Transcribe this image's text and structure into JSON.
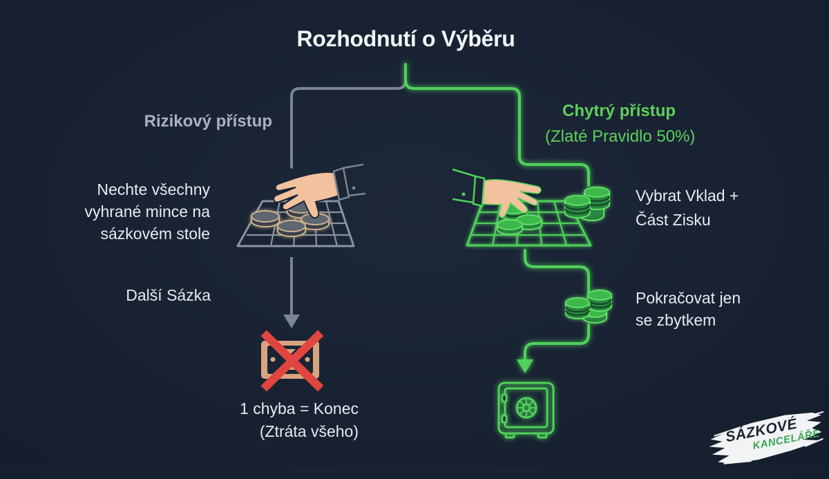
{
  "title": "Rozhodnutí o Výběru",
  "left": {
    "heading": "Rizikový přístup",
    "step1": [
      "Nechte všechny",
      "vyhrané mince na",
      "sázkovém stole"
    ],
    "step2": "Další Sázka",
    "result": [
      "1 chyba = Konec",
      "(Ztráta všeho)"
    ],
    "icons": [
      "hand-icon",
      "betting-table-icon",
      "coins-icon",
      "arrow-down-icon",
      "crossed-money-icon"
    ]
  },
  "right": {
    "heading": "Chytrý přístup",
    "subheading": "(Zlaté Pravidlo 50%)",
    "step1": [
      "Vybrat Vklad +",
      "Část Zisku"
    ],
    "step2": [
      "Pokračovat jen",
      "se zbytkem"
    ],
    "icons": [
      "hand-icon",
      "betting-table-icon",
      "coin-stack-icon",
      "coin-stack-icon",
      "arrow-down-icon",
      "safe-icon"
    ]
  },
  "logo": {
    "line1": "SÁZKOVÉ",
    "line2": "KANCELÁŘE"
  },
  "colors": {
    "background": "#182232",
    "risky": "#a9b2be",
    "smart": "#5fcf5a",
    "danger": "#e0453f",
    "text": "#e8ebef"
  }
}
